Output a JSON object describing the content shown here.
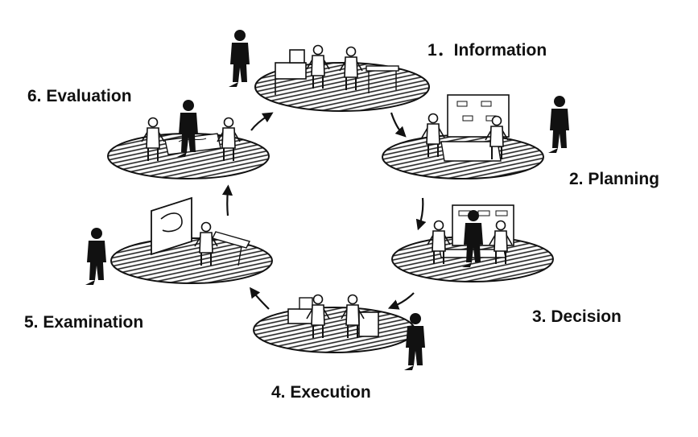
{
  "stages": [
    {
      "number": "1",
      "label": "1．Information"
    },
    {
      "number": "2",
      "label": "2. Planning"
    },
    {
      "number": "3",
      "label": "3. Decision"
    },
    {
      "number": "4",
      "label": "4. Execution"
    },
    {
      "number": "5",
      "label": "5. Examination"
    },
    {
      "number": "6",
      "label": "6. Evaluation"
    }
  ],
  "colors": {
    "ink": "#111111",
    "background": "#ffffff"
  },
  "icons": [
    "observer-silhouette-icon",
    "cycle-arrow-icon",
    "work-platform-icon"
  ]
}
